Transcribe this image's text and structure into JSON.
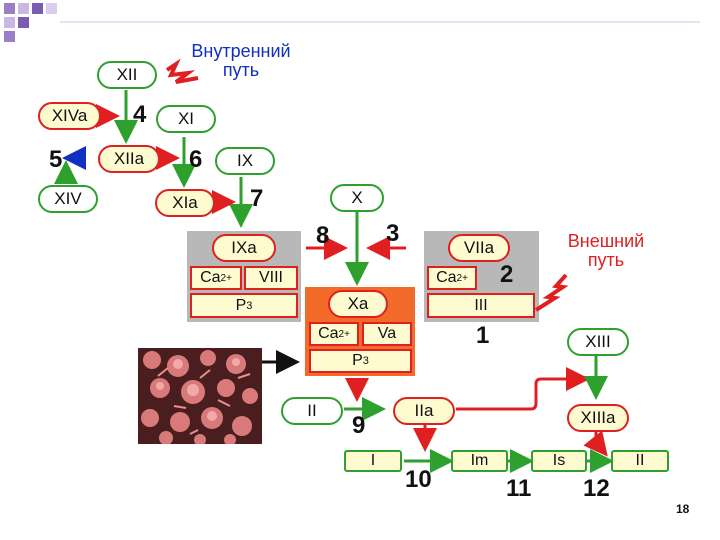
{
  "colors": {
    "green": "#2ea02e",
    "red": "#e02020",
    "blue": "#1030c0",
    "fill": "#fffbd0",
    "panel_gray": "#b8b8b8",
    "panel_orange": "#f26b2a"
  },
  "title_intrinsic": [
    "Внутренний",
    "путь"
  ],
  "title_extrinsic": [
    "Внешний",
    "путь"
  ],
  "factors": {
    "xii": "XII",
    "xiva": "XIVa",
    "xi": "XI",
    "xiia": "XIIa",
    "ix": "IX",
    "xiv": "XIV",
    "xia": "XIa",
    "x": "X",
    "ixa": "IXa",
    "viia": "VIIa",
    "xa": "Xa",
    "xiii": "XIII",
    "ii_left": "II",
    "iia": "IIa",
    "xiiia": "XIIIa",
    "i": "I",
    "im": "Im",
    "is": "Is",
    "ii_right": "II"
  },
  "complex_tenase": {
    "ca": "Ca",
    "ca_charge": "2+",
    "viii": "VIII",
    "p3": "P",
    "p3_sub": "3"
  },
  "complex_extrinsic": {
    "ca": "Ca",
    "ca_charge": "2+",
    "iii": "III"
  },
  "complex_prothrombinase": {
    "ca": "Ca",
    "ca_charge": "2+",
    "va": "Va",
    "p3": "P",
    "p3_sub": "3"
  },
  "step_numbers": [
    "1",
    "2",
    "3",
    "4",
    "5",
    "6",
    "7",
    "8",
    "9",
    "10",
    "11",
    "12"
  ],
  "page_number": "18",
  "icons": [
    "lightning-bolt-icon",
    "platelets-photo"
  ]
}
